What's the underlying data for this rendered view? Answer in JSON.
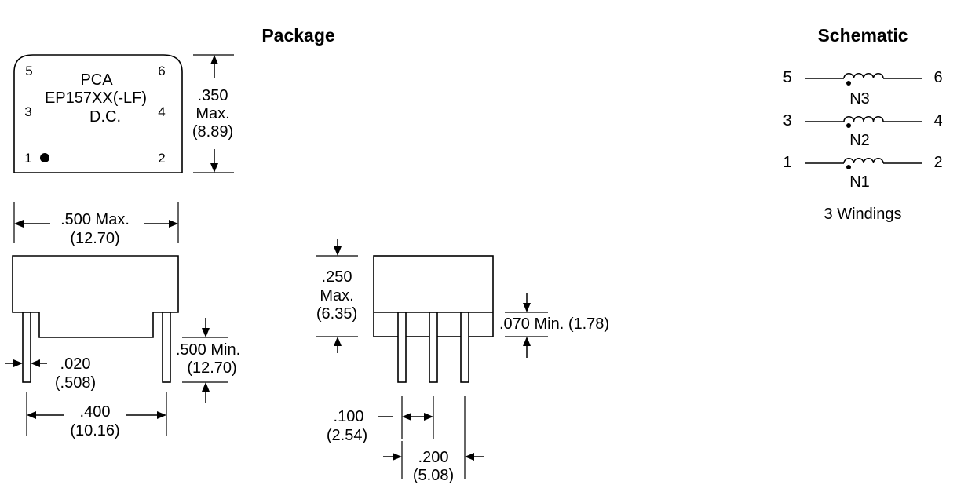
{
  "headings": {
    "package": "Package",
    "schematic": "Schematic"
  },
  "top_view": {
    "marking": [
      "PCA",
      "EP157XX(-LF)",
      "D.C."
    ],
    "pins": {
      "p5": "5",
      "p6": "6",
      "p3": "3",
      "p4": "4",
      "p1": "1",
      "p2": "2"
    }
  },
  "dimensions": {
    "height_top": [
      ".350",
      "Max.",
      "(8.89)"
    ],
    "width": [
      ".500 Max.",
      "(12.70)"
    ],
    "pin_length": [
      ".500 Min.",
      "(12.70)"
    ],
    "pin_width": [
      ".020",
      "(.508)"
    ],
    "pin_row_spacing": [
      ".400",
      "(10.16)"
    ],
    "body_height": [
      ".250",
      "Max.",
      "(6.35)"
    ],
    "standoff": ".070 Min. (1.78)",
    "pitch": [
      ".100",
      "(2.54)"
    ],
    "double_pitch": [
      ".200",
      "(5.08)"
    ]
  },
  "schematic": {
    "windings": [
      {
        "left_pin": "5",
        "right_pin": "6",
        "name": "N3"
      },
      {
        "left_pin": "3",
        "right_pin": "4",
        "name": "N2"
      },
      {
        "left_pin": "1",
        "right_pin": "2",
        "name": "N1"
      }
    ],
    "caption": "3 Windings"
  }
}
